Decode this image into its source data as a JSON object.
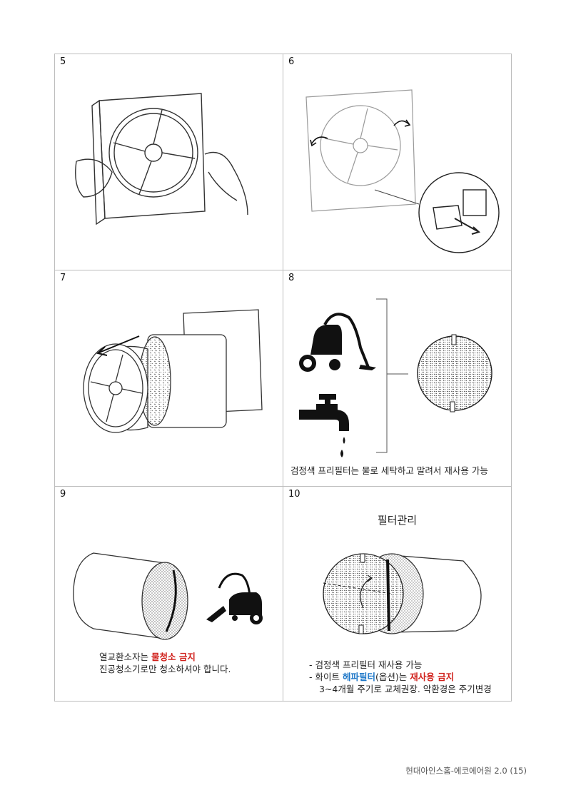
{
  "cells": {
    "c5": {
      "number": "5"
    },
    "c6": {
      "number": "6"
    },
    "c7": {
      "number": "7"
    },
    "c8": {
      "number": "8",
      "caption": "검정색 프리필터는 물로 세탁하고 말려서 재사용 가능"
    },
    "c9": {
      "number": "9",
      "line1_a": "열교환소자는 ",
      "line1_b": "물청소 금지",
      "line2": "진공청소기로만 청소하셔야 합니다."
    },
    "c10": {
      "number": "10",
      "title": "필터관리",
      "line1": "- 검정색 프리필터 재사용 가능",
      "line2_a": "- 화이트 ",
      "line2_b": "헤파필터",
      "line2_c": "(옵션)는 ",
      "line2_d": "재사용 금지",
      "line3": "3~4개월 주기로 교체권장. 악환경은 주기변경"
    }
  },
  "footer": "현대아인스홈-에코에어원 2.0 (15)",
  "colors": {
    "warning_red": "#d0201b",
    "hepa_blue": "#1f78c8",
    "border": "#bdbdbd"
  },
  "icons": [
    "vacuum-cleaner-icon",
    "water-faucet-icon",
    "prefilter-disc-icon",
    "heat-exchanger-icon"
  ]
}
